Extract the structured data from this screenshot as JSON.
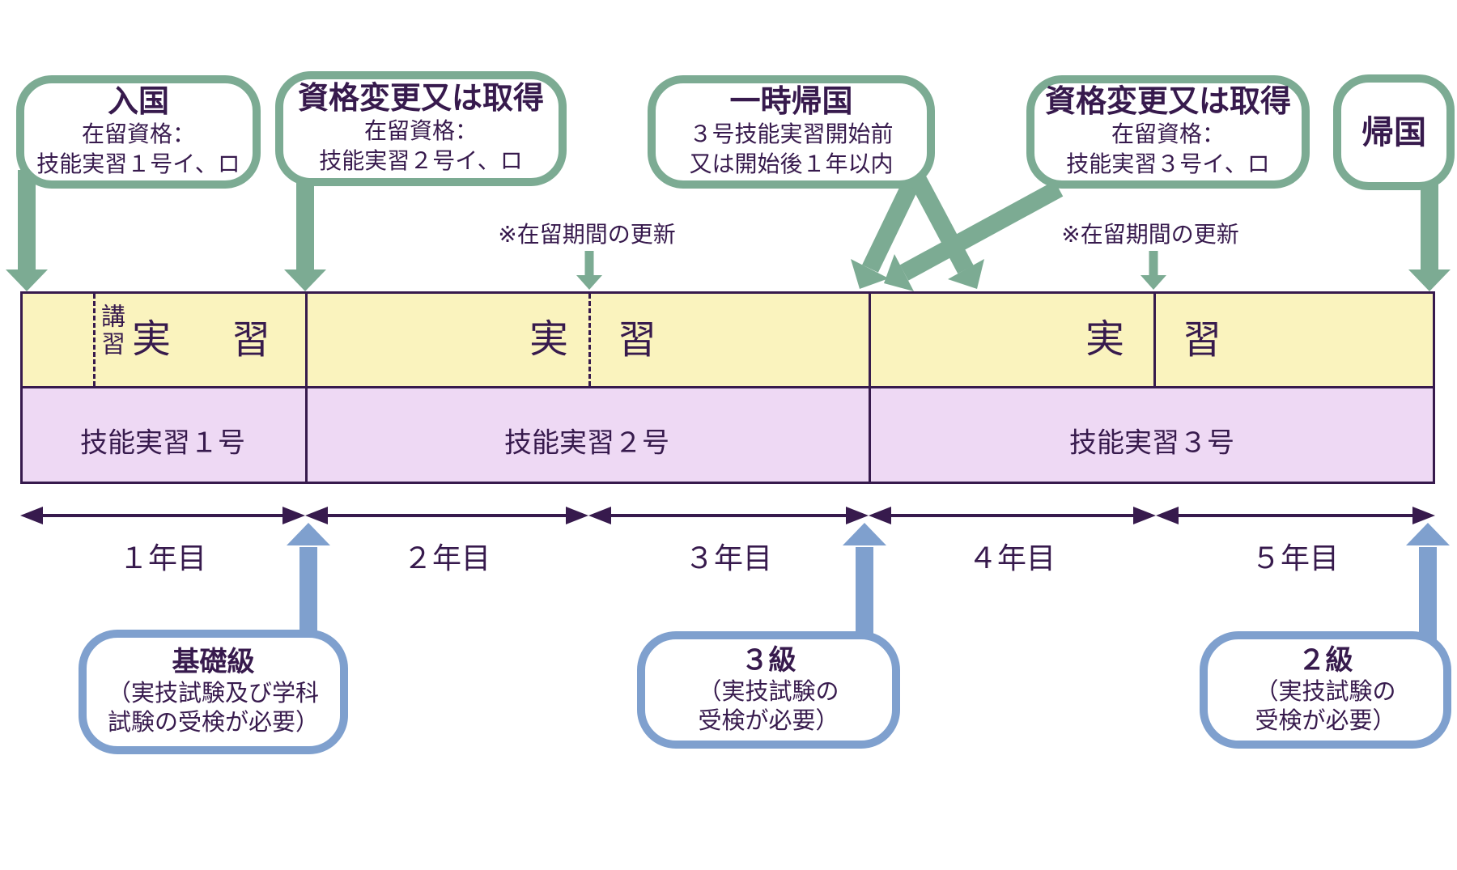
{
  "colors": {
    "green": "#7cab93",
    "blue": "#7fa0ce",
    "ink": "#371a4d",
    "yellow_band": "#faf3be",
    "purple_band": "#eed9f4"
  },
  "top_callouts": [
    {
      "title": "入国",
      "line1": "在留資格：",
      "line2": "技能実習１号イ、ロ"
    },
    {
      "title": "資格変更又は取得",
      "line1": "在留資格：",
      "line2": "技能実習２号イ、ロ"
    },
    {
      "title": "一時帰国",
      "line1": "３号技能実習開始前",
      "line2": "又は開始後１年以内"
    },
    {
      "title": "資格変更又は取得",
      "line1": "在留資格：",
      "line2": "技能実習３号イ、ロ"
    },
    {
      "title": "帰国"
    }
  ],
  "renewal_note_left": "※在留期間の更新",
  "renewal_note_right": "※在留期間の更新",
  "bar": {
    "kosyu": "講習",
    "seg1_left": "実",
    "seg1_right": "習",
    "seg2_left": "実",
    "seg2_right": "習",
    "seg3_left": "実",
    "seg3_right": "習",
    "row2_1": "技能実習１号",
    "row2_2": "技能実習２号",
    "row2_3": "技能実習３号"
  },
  "years": [
    "１年目",
    "２年目",
    "３年目",
    "４年目",
    "５年目"
  ],
  "exam_callouts": [
    {
      "title": "基礎級",
      "line1": "（実技試験及び学科",
      "line2": "試験の受検が必要）"
    },
    {
      "title": "３級",
      "line1": "（実技試験の",
      "line2": "受検が必要）"
    },
    {
      "title": "２級",
      "line1": "（実技試験の",
      "line2": "受検が必要）"
    }
  ]
}
